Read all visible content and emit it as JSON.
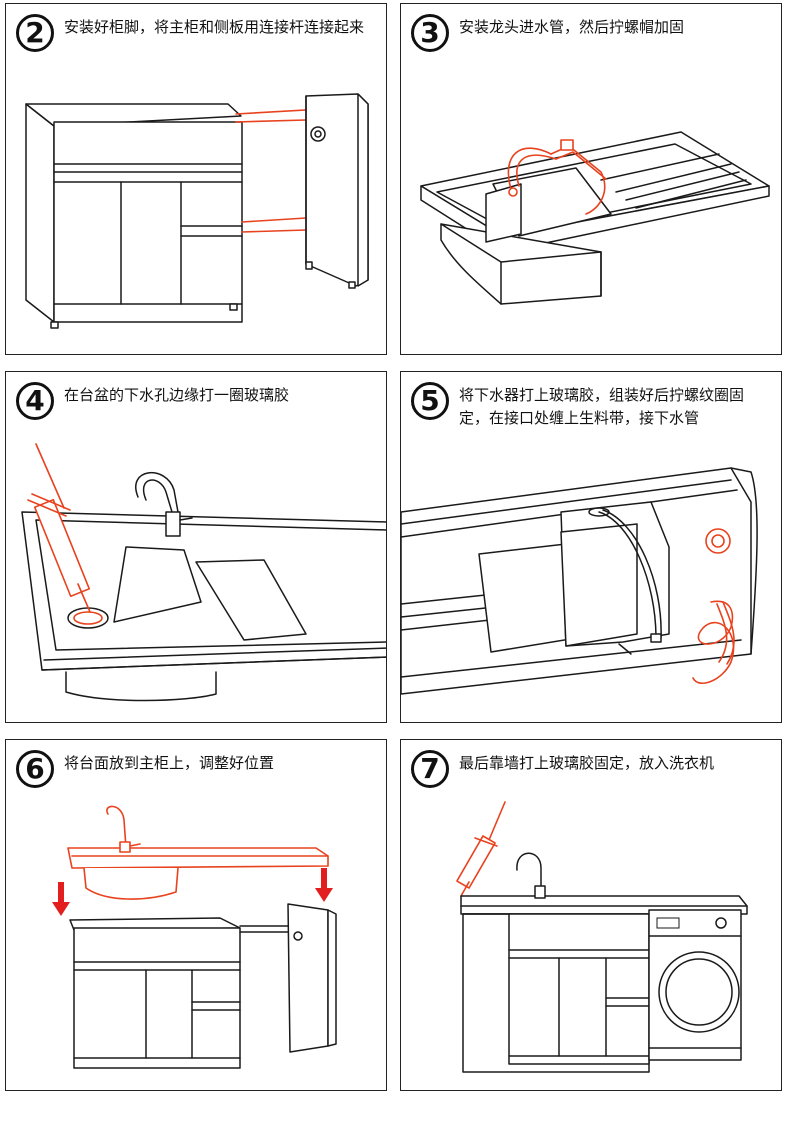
{
  "steps": [
    {
      "number": "2",
      "text": "安装好柜脚，将主柜和侧板用连接杆连接起来"
    },
    {
      "number": "3",
      "text": "安装龙头进水管，然后拧螺帽加固"
    },
    {
      "number": "4",
      "text": "在台盆的下水孔边缘打一圈玻璃胶"
    },
    {
      "number": "5",
      "text": "将下水器打上玻璃胶，组装好后拧螺纹圈固定，在接口处缠上生料带，接下水管"
    },
    {
      "number": "6",
      "text": "将台面放到主柜上，调整好位置"
    },
    {
      "number": "7",
      "text": "最后靠墙打上玻璃胶固定，放入洗衣机"
    }
  ],
  "colors": {
    "accent": "#e8421e",
    "arrow": "#e31e1e",
    "line": "#1a1a1a"
  }
}
